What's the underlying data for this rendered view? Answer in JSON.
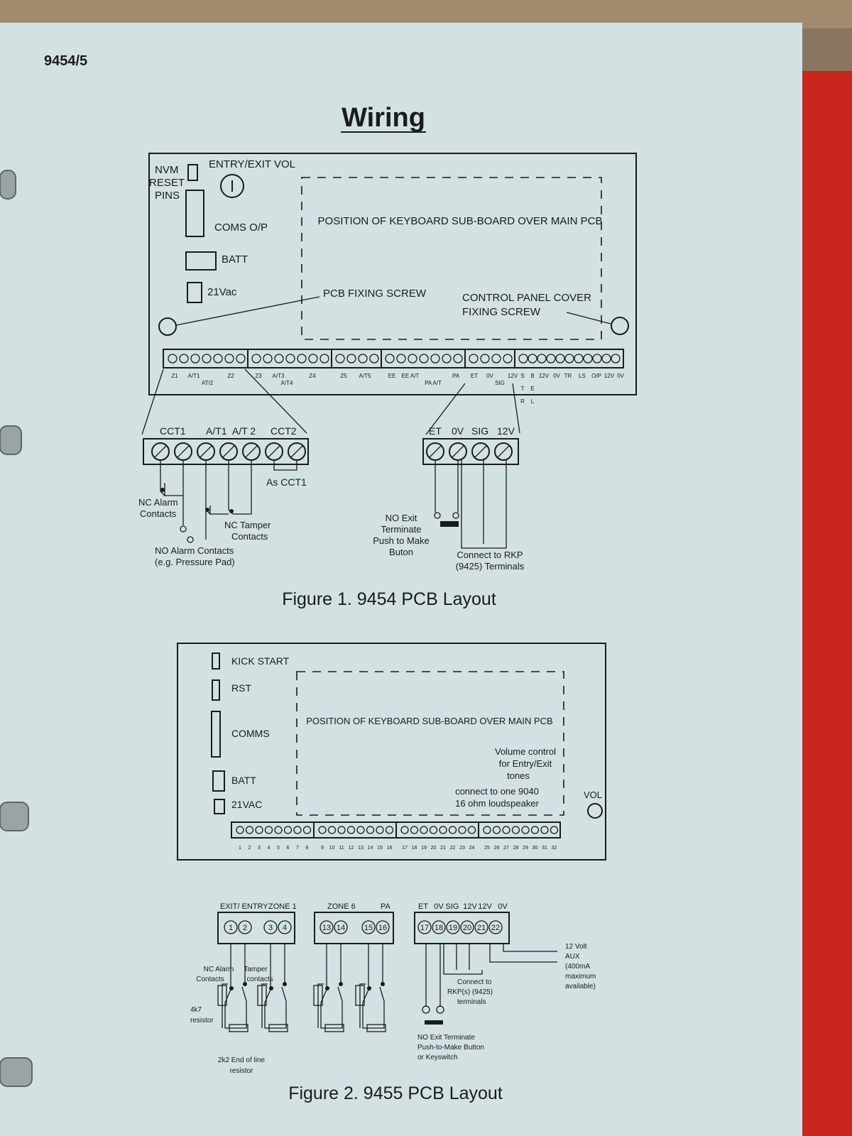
{
  "page": {
    "ref": "9454/5",
    "title": "Wiring"
  },
  "figure1": {
    "caption": "Figure 1. 9454 PCB Layout",
    "nvm_reset_pins": [
      "NVM",
      "RESET",
      "PINS"
    ],
    "entry_exit_vol": "ENTRY/EXIT VOL",
    "coms_op": "COMS O/P",
    "batt": "BATT",
    "vac": "21Vac",
    "pcb_fixing_screw": "PCB FIXING SCREW",
    "keyboard_position": "POSITION OF KEYBOARD SUB-BOARD OVER MAIN PCB",
    "cover_screw": [
      "CONTROL PANEL COVER",
      "FIXING SCREW"
    ],
    "terminal_labels": [
      "Z1",
      "A/T1",
      "AT/2",
      "Z2",
      "Z3",
      "A/T3",
      "A/T4",
      "Z4",
      "Z5",
      "A/T5",
      "EE",
      "EE A/T",
      "PA A/T",
      "PA",
      "ET",
      "0V",
      "SIG",
      "12V",
      "S T R",
      "B E L",
      "12V",
      "0V",
      "TR",
      "LS",
      "O/P",
      "12V",
      "0V"
    ],
    "zone_block_labels": [
      "CCT1",
      "A/T1",
      "A/T 2",
      "CCT2"
    ],
    "as_cct1": "As CCT1",
    "nc_alarm": [
      "NC Alarm",
      "Contacts"
    ],
    "nc_tamper": [
      "NC Tamper",
      "Contacts"
    ],
    "no_alarm": [
      "NO Alarm Contacts",
      "(e.g. Pressure Pad)"
    ],
    "rkp_block_labels": [
      "ET",
      "0V",
      "SIG",
      "12V"
    ],
    "no_exit": [
      "NO Exit",
      "Terminate",
      "Push to Make",
      "Buton"
    ],
    "connect_rkp": [
      "Connect to RKP",
      "(9425) Terminals"
    ]
  },
  "figure2": {
    "caption": "Figure 2. 9455 PCB Layout",
    "kick_start": "KICK START",
    "rst": "RST",
    "comms": "COMMS",
    "batt": "BATT",
    "vac": "21VAC",
    "keyboard_position": "POSITION OF KEYBOARD SUB-BOARD OVER MAIN PCB",
    "volume_note": [
      "Volume control",
      "for Entry/Exit",
      "tones"
    ],
    "speaker_note": [
      "connect to one 9040",
      "16 ohm loudspeaker"
    ],
    "vol": "VOL",
    "terminal_numbers": [
      "1",
      "2",
      "3",
      "4",
      "5",
      "6",
      "7",
      "8",
      "9",
      "10",
      "11",
      "12",
      "13",
      "14",
      "15",
      "16",
      "17",
      "18",
      "19",
      "20",
      "21",
      "22",
      "23",
      "24",
      "25",
      "26",
      "27",
      "28",
      "29",
      "30",
      "31",
      "32"
    ],
    "block1_labels": [
      "EXIT/ ENTRY",
      "ZONE 1"
    ],
    "block1_terms": [
      "1",
      "2",
      "3",
      "4"
    ],
    "block2_labels": [
      "ZONE 6",
      "PA"
    ],
    "block2_terms": [
      "13",
      "14",
      "15",
      "16"
    ],
    "block3_labels": [
      "ET",
      "0V",
      "SIG",
      "12V",
      "12V",
      "0V"
    ],
    "block3_terms": [
      "17",
      "18",
      "19",
      "20",
      "21",
      "22"
    ],
    "nc_alarm": [
      "NC Alarm",
      "Contacts"
    ],
    "tamper": [
      "Tamper",
      "contacts"
    ],
    "resistor_4k7": [
      "4k7",
      "resistor"
    ],
    "eol_resistor": [
      "2k2 End of line",
      "resistor"
    ],
    "connect_rkp": [
      "Connect to",
      "RKP(s) (9425)",
      "terminals"
    ],
    "aux": [
      "12 Volt",
      "AUX",
      "(400mA",
      "maximum",
      "available)"
    ],
    "no_exit": [
      "NO Exit Terminate",
      "Push-to-Make Button",
      "or Keyswitch"
    ]
  }
}
